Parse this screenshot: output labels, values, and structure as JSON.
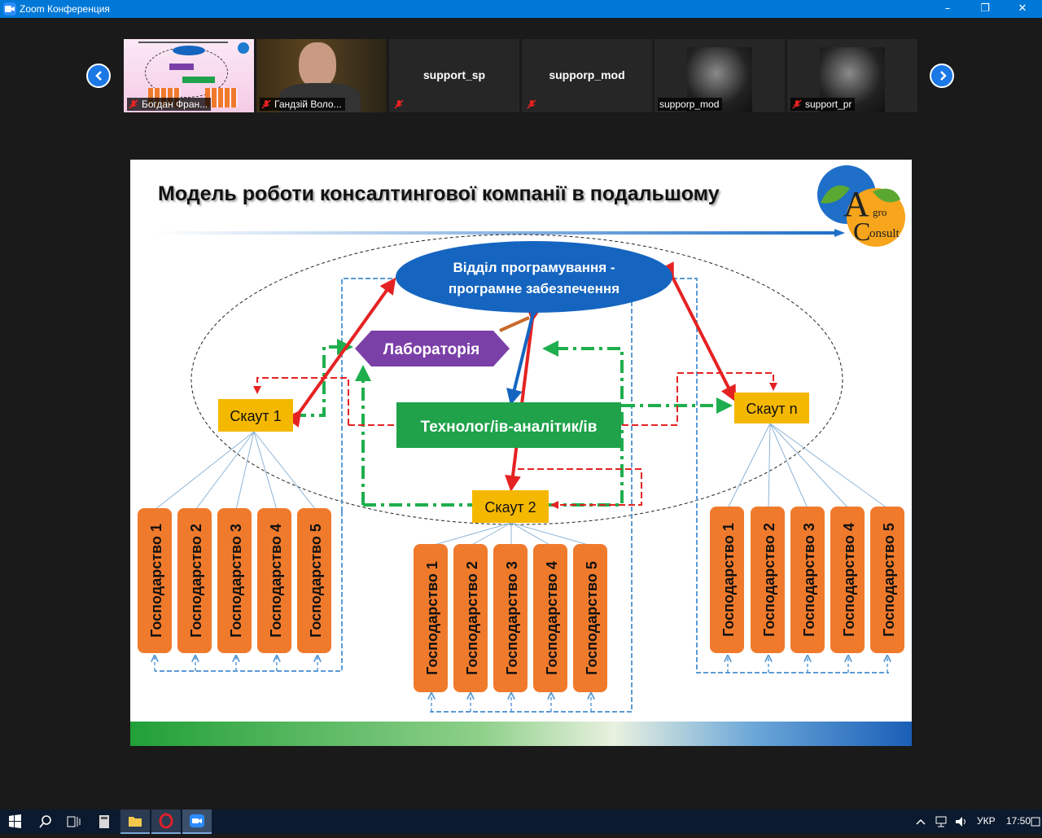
{
  "window": {
    "title": "Zoom Конференция"
  },
  "participants": [
    {
      "name": "Богдан Фран...",
      "type": "slide-thumb"
    },
    {
      "name": "Гандзій Воло...",
      "type": "video"
    },
    {
      "name": "support_sp",
      "type": "name-only"
    },
    {
      "name": "supporp_mod",
      "type": "name-only"
    },
    {
      "name": "supporp_mod",
      "type": "photo"
    },
    {
      "name": "support_pr",
      "type": "photo"
    }
  ],
  "slide": {
    "title": "Модель роботи консалтингової компанії в подальшому",
    "logo": {
      "line1": "gro",
      "line2": "onsult"
    },
    "nodes": {
      "programming_line1": "Відділ програмування  -",
      "programming_line2": "програмне забезпечення",
      "laboratory": "Лабораторія",
      "technologist": "Технолог/ів-аналітик/ів",
      "scout1": "Скаут 1",
      "scout2": "Скаут 2",
      "scoutn": "Скаут n"
    },
    "farms_left": [
      "Господарство 1",
      "Господарство 2",
      "Господарство 3",
      "Господарство 4",
      "Господарство 5"
    ],
    "farms_center": [
      "Господарство 1",
      "Господарство 2",
      "Господарство 3",
      "Господарство 4",
      "Господарство 5"
    ],
    "farms_right": [
      "Господарство 1",
      "Господарство 2",
      "Господарство 3",
      "Господарство 4",
      "Господарство 5"
    ],
    "colors": {
      "programming": "#1565c0",
      "laboratory": "#7b3fa8",
      "technologist": "#1fa24a",
      "scout": "#f5b800",
      "farm": "#f07a2c",
      "red_arrow": "#e52222",
      "green_dash": "#1fae4e",
      "blue_dash": "#5b9bd5"
    }
  },
  "taskbar": {
    "lang": "УКР",
    "time": "17:50",
    "apps": [
      "windows-start",
      "search",
      "task-view",
      "calculator",
      "file-explorer",
      "opera",
      "zoom"
    ]
  }
}
